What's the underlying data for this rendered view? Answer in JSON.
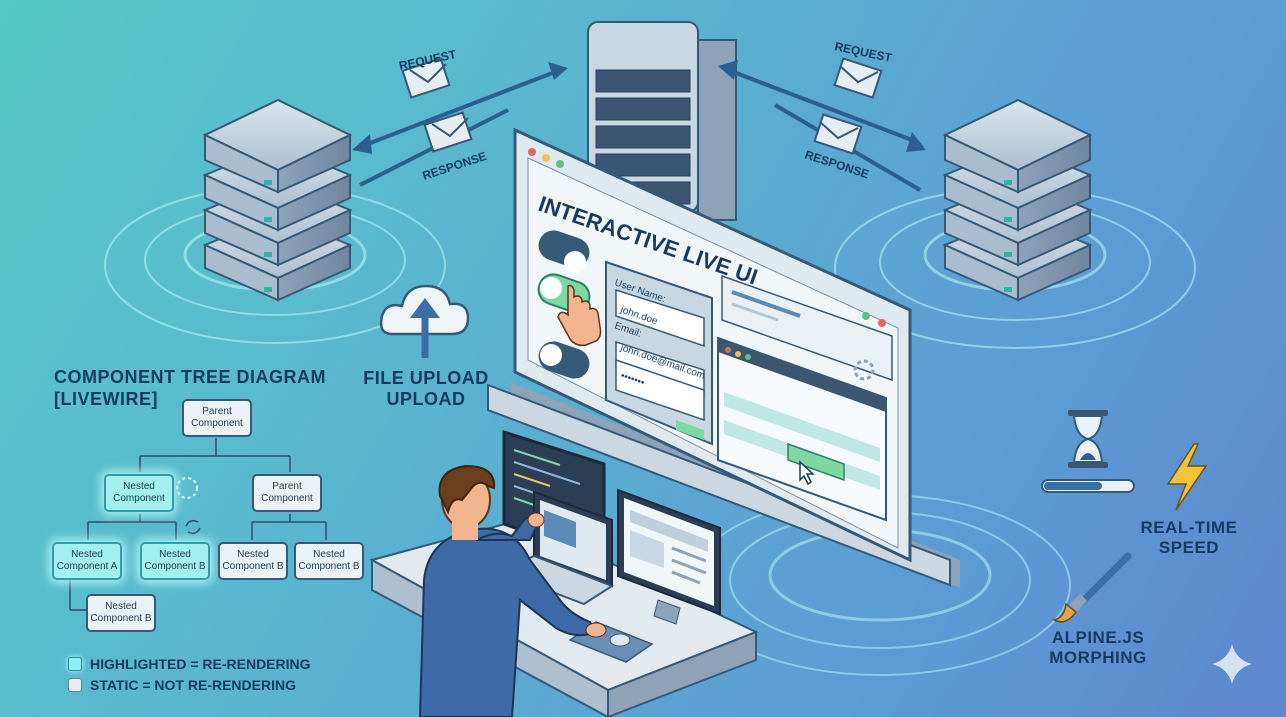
{
  "messages": {
    "request": "REQUEST",
    "response": "RESPONSE"
  },
  "screen": {
    "title": "INTERACTIVE LIVE UI",
    "form": {
      "username_label": "User Name:",
      "username_value": "john.doe",
      "email_label": "Email:",
      "email_value": "john.doe@mail.com",
      "password_mask": "•••••••"
    }
  },
  "upload": {
    "label_line1": "FILE UPLOAD",
    "label_line2": "UPLOAD"
  },
  "tree": {
    "title_line1": "COMPONENT TREE DIAGRAM",
    "title_line2": "[LIVEWIRE]",
    "nodes": {
      "root": "Parent Component",
      "nested_left": "Nested Component",
      "parent_right": "Parent Component",
      "nested_a": "Nested Component A",
      "nested_b_left": "Nested Component B",
      "nested_b_right_1": "Nested Component B",
      "nested_b_right_2": "Nested Component B",
      "nested_b_bottom": "Nested Component B"
    },
    "legend": {
      "highlighted": "HIGHLIGHTED = RE-RENDERING",
      "static": "STATIC = NOT RE-RENDERING"
    }
  },
  "features": {
    "speed_line1": "REAL-TIME",
    "speed_line2": "SPEED",
    "alpine_line1": "ALPINE.JS",
    "alpine_line2": "MORPHING"
  },
  "colors": {
    "highlight": "#a3f1ee",
    "ink": "#173a5e",
    "accent_green": "#7dd8a2"
  }
}
